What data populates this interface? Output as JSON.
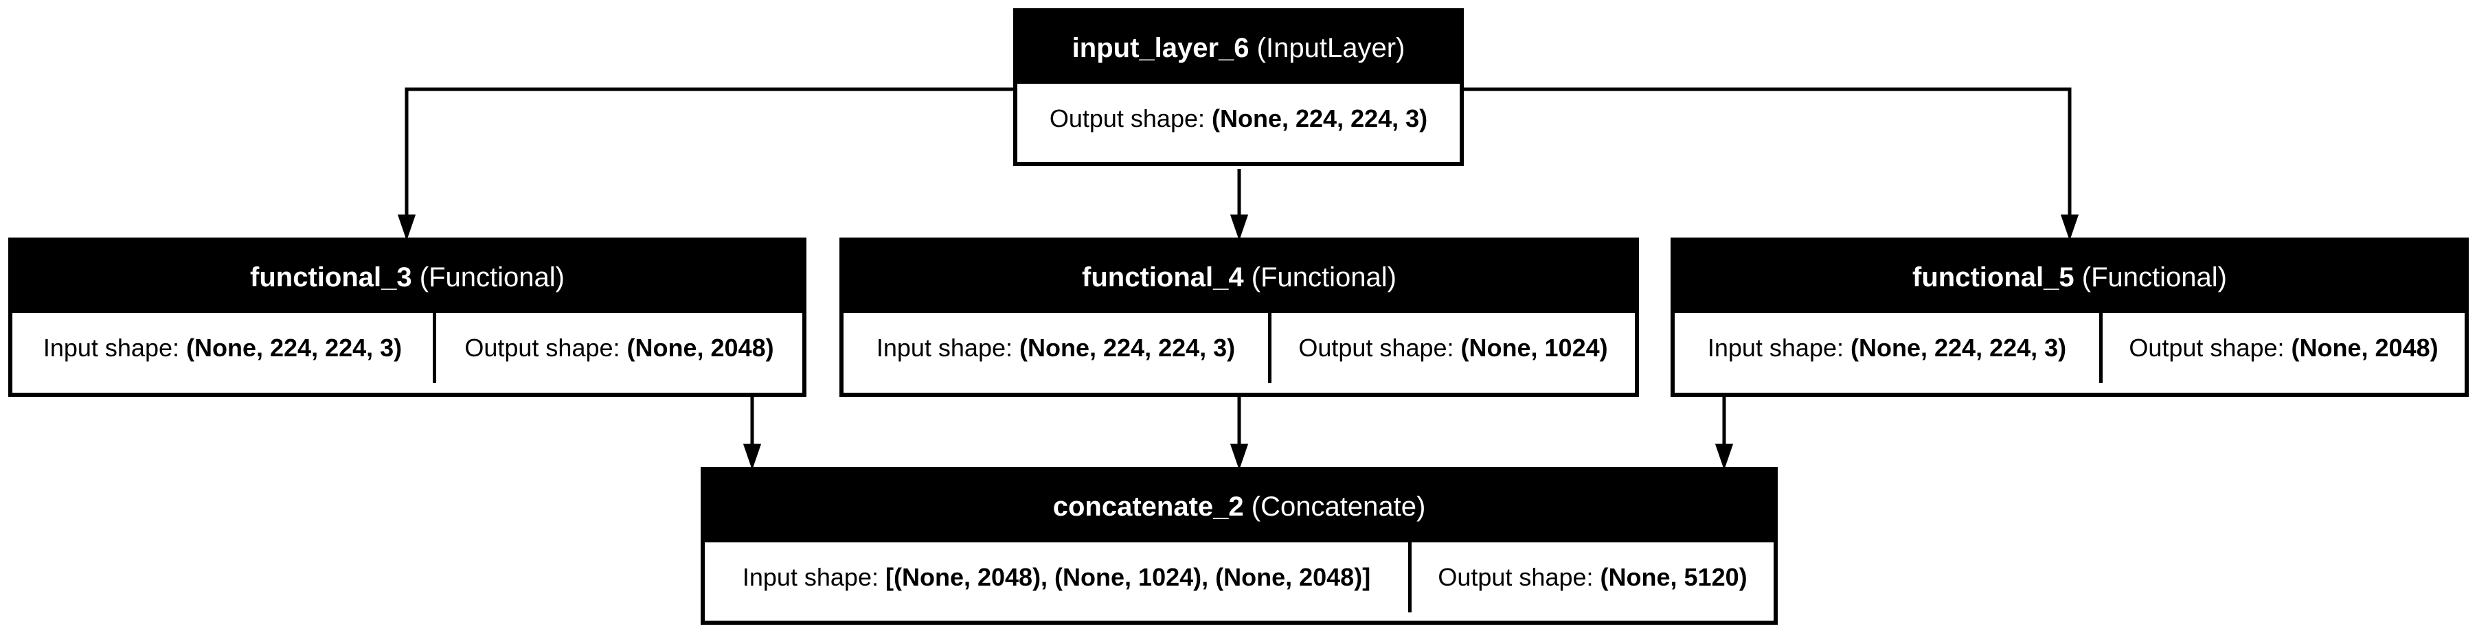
{
  "nodes": {
    "input_layer": {
      "name": "input_layer_6",
      "type": "(InputLayer)",
      "output_label": "Output shape:",
      "output_value": "(None, 224, 224, 3)"
    },
    "functional_3": {
      "name": "functional_3",
      "type": "(Functional)",
      "input_label": "Input shape:",
      "input_value": "(None, 224, 224, 3)",
      "output_label": "Output shape:",
      "output_value": "(None, 2048)"
    },
    "functional_4": {
      "name": "functional_4",
      "type": "(Functional)",
      "input_label": "Input shape:",
      "input_value": "(None, 224, 224, 3)",
      "output_label": "Output shape:",
      "output_value": "(None, 1024)"
    },
    "functional_5": {
      "name": "functional_5",
      "type": "(Functional)",
      "input_label": "Input shape:",
      "input_value": "(None, 224, 224, 3)",
      "output_label": "Output shape:",
      "output_value": "(None, 2048)"
    },
    "concatenate": {
      "name": "concatenate_2",
      "type": "(Concatenate)",
      "input_label": "Input shape:",
      "input_value": "[(None, 2048), (None, 1024), (None, 2048)]",
      "output_label": "Output shape:",
      "output_value": "(None, 5120)"
    }
  },
  "edges": [
    {
      "from": "input_layer_6",
      "to": "functional_3"
    },
    {
      "from": "input_layer_6",
      "to": "functional_4"
    },
    {
      "from": "input_layer_6",
      "to": "functional_5"
    },
    {
      "from": "functional_3",
      "to": "concatenate_2"
    },
    {
      "from": "functional_4",
      "to": "concatenate_2"
    },
    {
      "from": "functional_5",
      "to": "concatenate_2"
    }
  ],
  "colors": {
    "header_bg": "#000000",
    "header_text": "#ffffff",
    "border": "#000000",
    "background": "#ffffff"
  }
}
